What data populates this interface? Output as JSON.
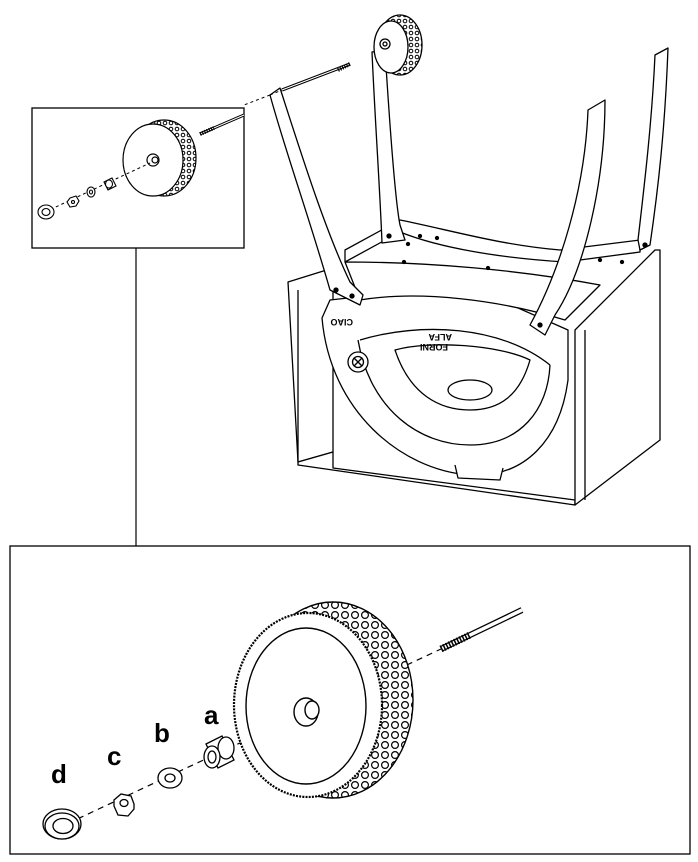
{
  "diagram": {
    "oven_logo": "CIAO",
    "oven_brand": "ALFA",
    "oven_brand_sub": "FORNI"
  },
  "part_labels": {
    "a": "a",
    "b": "b",
    "c": "c",
    "d": "d"
  }
}
